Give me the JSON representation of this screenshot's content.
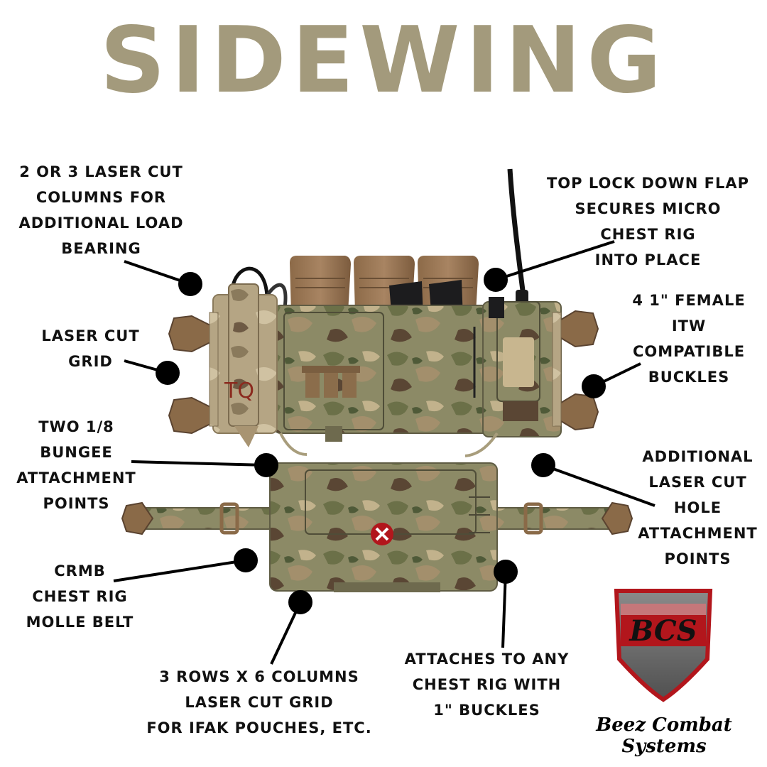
{
  "title": "SIDEWING",
  "callouts": [
    {
      "text": "2 OR 3 LASER CUT\nCOLUMNS FOR\nADDITIONAL LOAD\nBEARING"
    },
    {
      "text": "TOP LOCK DOWN FLAP\nSECURES MICRO\nCHEST RIG\nINTO PLACE"
    },
    {
      "text": "LASER CUT\nGRID"
    },
    {
      "text": "4 1\" FEMALE\nITW\nCOMPATIBLE\nBUCKLES"
    },
    {
      "text": "TWO 1/8\nBUNGEE\nATTACHMENT\nPOINTS"
    },
    {
      "text": "ADDITIONAL\nLASER CUT\nHOLE\nATTACHMENT\nPOINTS"
    },
    {
      "text": "CRMB\nCHEST RIG\nMOLLE BELT"
    },
    {
      "text": "3 ROWS X 6 COLUMNS\nLASER CUT GRID\nFOR IFAK POUCHES, ETC."
    },
    {
      "text": "ATTACHES TO ANY\nCHEST RIG WITH\n1\" BUCKLES"
    }
  ],
  "product": {
    "pouch_marking": "TQ"
  },
  "brand": {
    "logo_letters": "BCS",
    "name": "Beez Combat Systems"
  },
  "colors": {
    "title": "#a39a7c",
    "label": "#111111",
    "camo_base": "#8a8a62",
    "coyote": "#8b6d4b",
    "shield_red": "#b2161c",
    "shield_gray": "#6e6e6e"
  }
}
